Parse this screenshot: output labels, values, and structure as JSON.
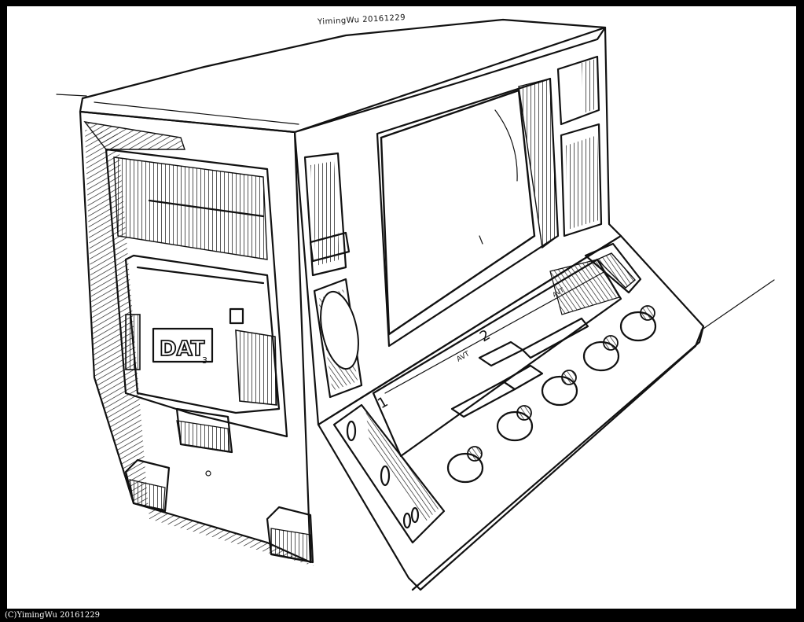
{
  "signature": "YimingWu  20161229",
  "copyright": "(C)YimingWu 20161229",
  "labels": {
    "brand": "DAT",
    "brand_number": "3",
    "channel_1": "1",
    "channel_2": "2",
    "avt_front": "AVT",
    "avt_back": "AVT"
  },
  "colors": {
    "ink": "#111111",
    "paper": "#ffffff",
    "frame": "#000000"
  }
}
